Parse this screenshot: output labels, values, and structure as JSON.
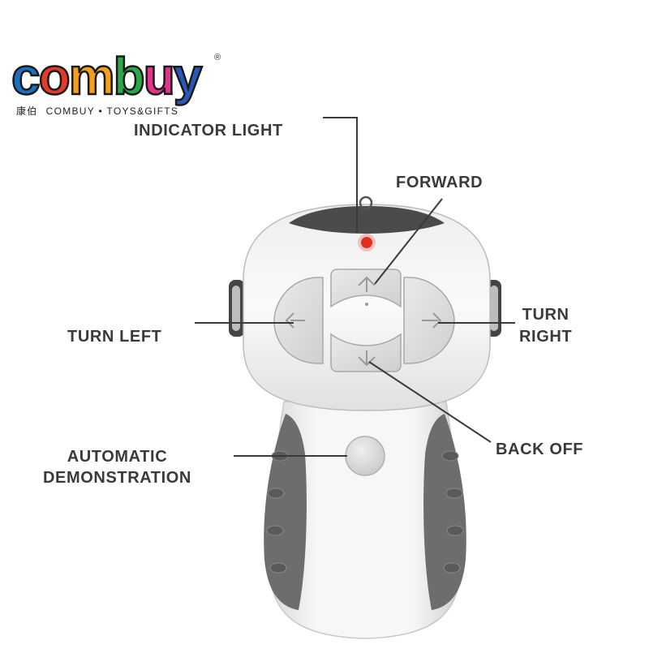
{
  "brand": {
    "logo_text": "combuy",
    "registered_mark": "®",
    "chinese_name": "康伯",
    "tagline": "COMBUY • TOYS&GIFTS",
    "colors": {
      "c": "#1f6fc0",
      "o": "#e23a2e",
      "m": "#f3a01b",
      "b": "#2aa84a",
      "u": "#e4338b",
      "y": "#2b58b7"
    }
  },
  "labels": {
    "indicator_light": "INDICATOR LIGHT",
    "forward": "FORWARD",
    "turn_left": "TURN LEFT",
    "turn_right_line1": "TURN",
    "turn_right_line2": "RIGHT",
    "back_off": "BACK OFF",
    "automatic_line1": "AUTOMATIC",
    "automatic_line2": "DEMONSTRATION"
  },
  "device": {
    "indicator_color": "#e0301e",
    "body_color": "#f4f4f4",
    "grip_color": "#6d6d6d",
    "button_color": "#dadada"
  }
}
